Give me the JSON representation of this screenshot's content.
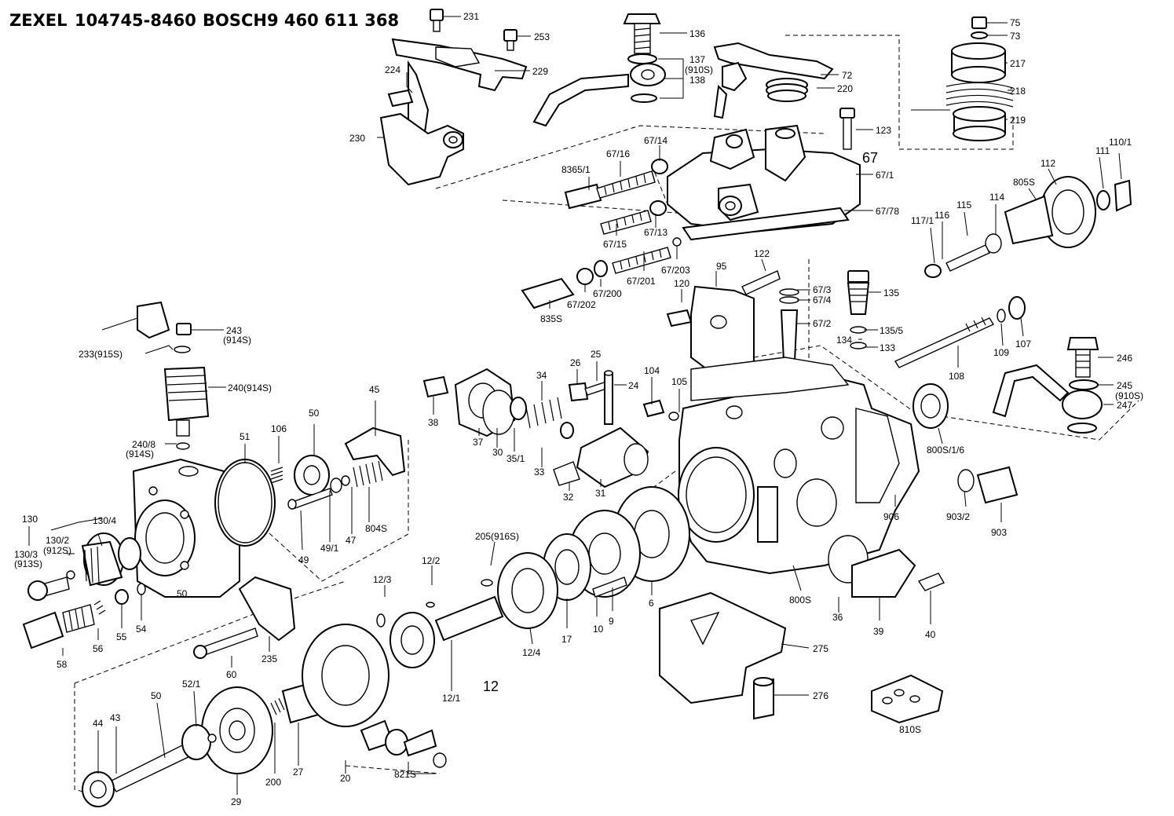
{
  "header": {
    "brand1": "ZEXEL",
    "part1": "104745-8460",
    "brand2": "BOSCH",
    "part2": "9 460 611 368"
  },
  "groups": [
    "67",
    "12"
  ],
  "labels": [
    "231",
    "253",
    "229",
    "224",
    "230",
    "136",
    "137",
    "(910S)",
    "138",
    "72",
    "220",
    "75",
    "73",
    "217",
    "218",
    "219",
    "123",
    "67/14",
    "67/16",
    "8365/1",
    "67",
    "67/1",
    "67/78",
    "112",
    "111",
    "110/1",
    "805S",
    "115",
    "114",
    "116",
    "117/1",
    "67/13",
    "67/15",
    "122",
    "67/203",
    "67/201",
    "67/200",
    "67/202",
    "835S",
    "95",
    "120",
    "67/3",
    "67/4",
    "135",
    "67/2",
    "135/5",
    "134",
    "133",
    "107",
    "109",
    "108",
    "246",
    "245",
    "(910S)",
    "247",
    "243",
    "(914S)",
    "233(915S)",
    "240(914S)",
    "240/8",
    "(914S)",
    "45",
    "50",
    "51",
    "106",
    "26",
    "25",
    "24",
    "104",
    "105",
    "38",
    "34",
    "37",
    "30",
    "35/1",
    "33",
    "32",
    "31",
    "800S/1/6",
    "903/2",
    "903",
    "906",
    "130",
    "130/4",
    "130/2",
    "(912S)",
    "130/3",
    "(913S)",
    "49/1",
    "47",
    "804S",
    "49",
    "205(916S)",
    "12/2",
    "12/3",
    "17",
    "10",
    "9",
    "6",
    "800S",
    "36",
    "39",
    "40",
    "58",
    "56",
    "55",
    "54",
    "50",
    "235",
    "60",
    "12/4",
    "12/1",
    "275",
    "276",
    "810S",
    "52/1",
    "44",
    "43",
    "50",
    "29",
    "200",
    "27",
    "20",
    "821S"
  ]
}
